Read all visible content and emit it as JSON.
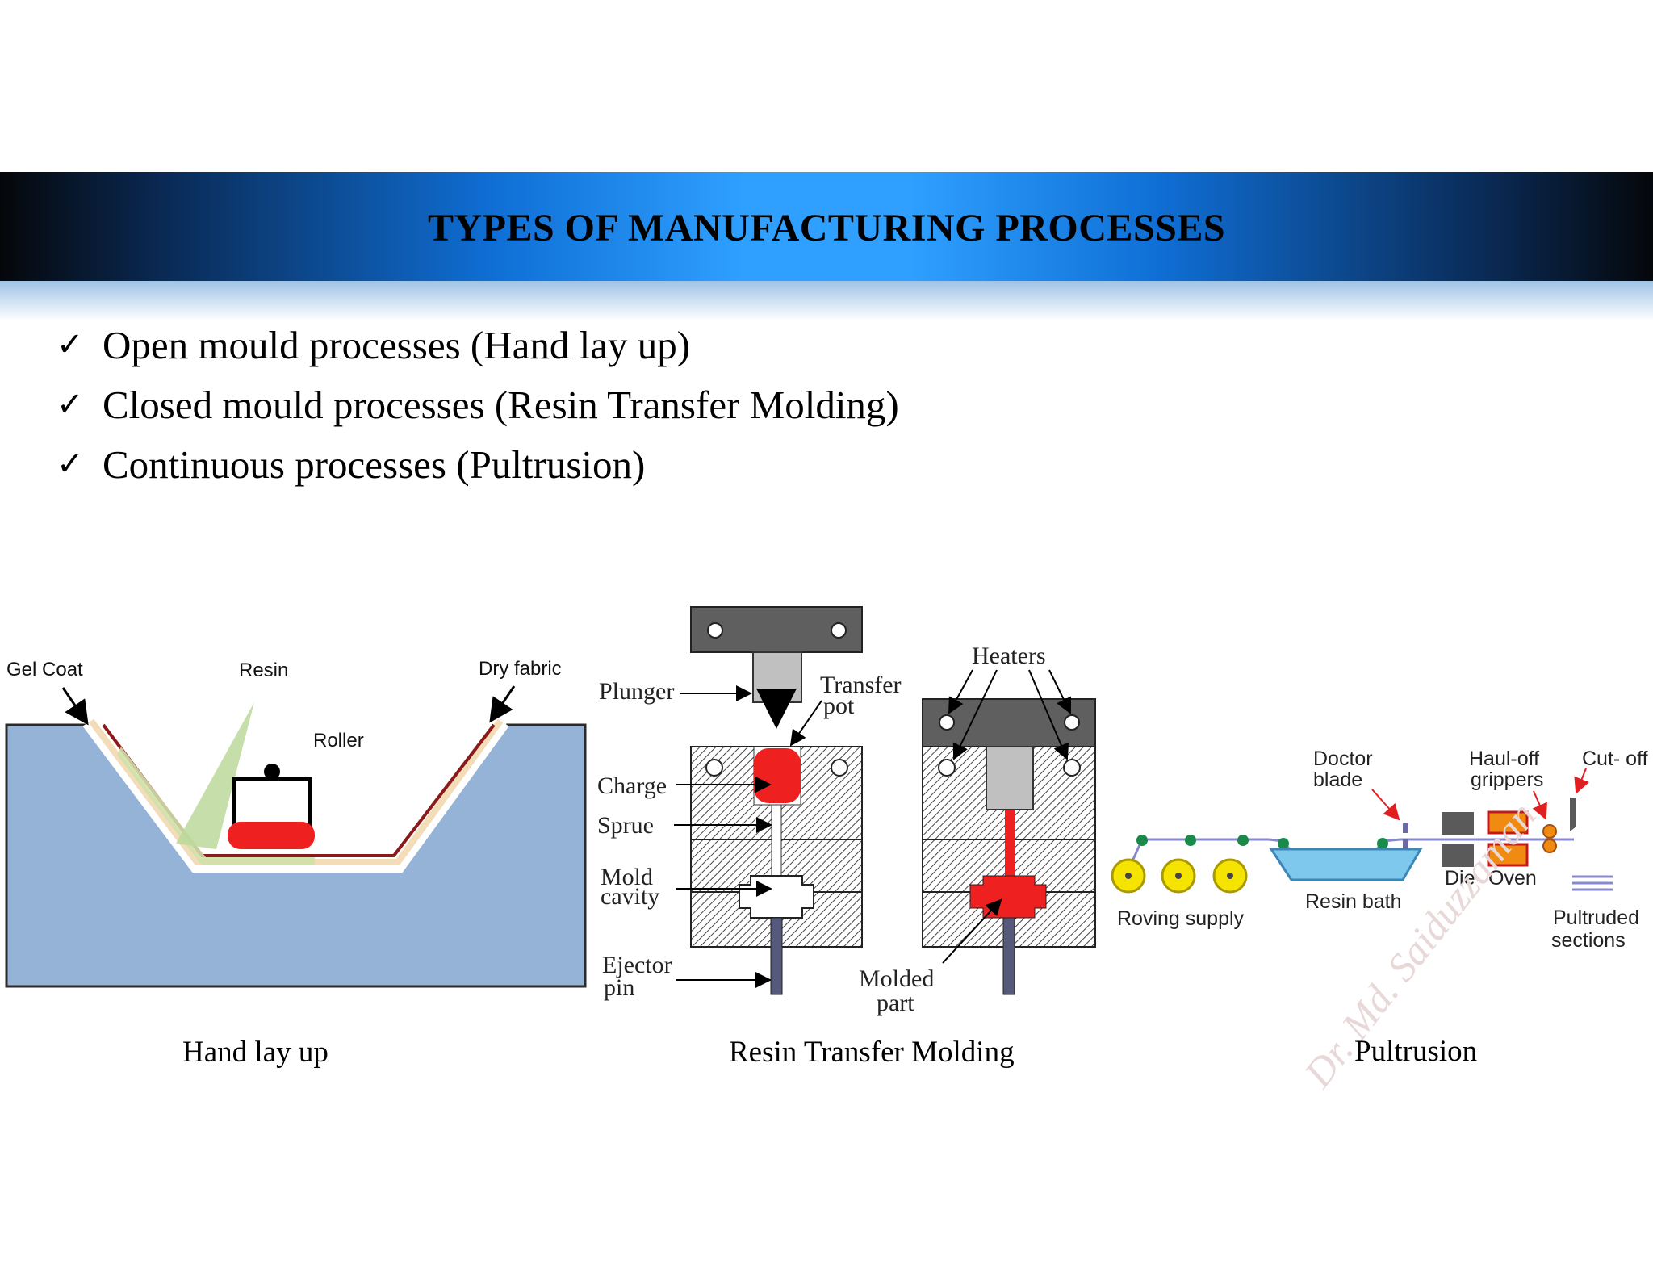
{
  "title": "TYPES OF MANUFACTURING PROCESSES",
  "bullets": [
    {
      "icon": "checkmark-icon",
      "text": "Open mould processes (Hand lay up)"
    },
    {
      "icon": "checkmark-icon",
      "text": "Closed mould processes (Resin Transfer Molding)"
    },
    {
      "icon": "checkmark-icon",
      "text": "Continuous processes (Pultrusion)"
    }
  ],
  "hand_layup": {
    "caption": "Hand lay up",
    "labels": {
      "gel_coat": "Gel Coat",
      "resin": "Resin",
      "dry_fabric": "Dry fabric",
      "roller": "Roller"
    }
  },
  "rtm": {
    "caption": "Resin Transfer Molding",
    "labels": {
      "plunger": "Plunger",
      "transfer": "Transfer",
      "pot": "pot",
      "charge": "Charge",
      "sprue": "Sprue",
      "mold": "Mold",
      "cavity": "cavity",
      "ejector": "Ejector",
      "pin": "pin",
      "heaters": "Heaters",
      "molded": "Molded",
      "part": "part"
    }
  },
  "pultrusion": {
    "caption": "Pultrusion",
    "labels": {
      "doctor": "Doctor",
      "blade": "blade",
      "haul_off": "Haul-off",
      "grippers": "grippers",
      "cut_off": "Cut- off",
      "die": "Die",
      "oven": "Oven",
      "roving_supply": "Roving supply",
      "resin_bath": "Resin bath",
      "pultruded": "Pultruded",
      "sections": "sections"
    },
    "watermark": "Dr. Md. Saiduzzaman"
  },
  "colors": {
    "mold_blue": "#95b3d7",
    "resin_red": "#ee2020",
    "banner_blue": "#2fa0ff",
    "arrow_blue": "#1a1ad0",
    "roller_yellow": "#f5e400",
    "bath_blue": "#7ec8ee"
  }
}
